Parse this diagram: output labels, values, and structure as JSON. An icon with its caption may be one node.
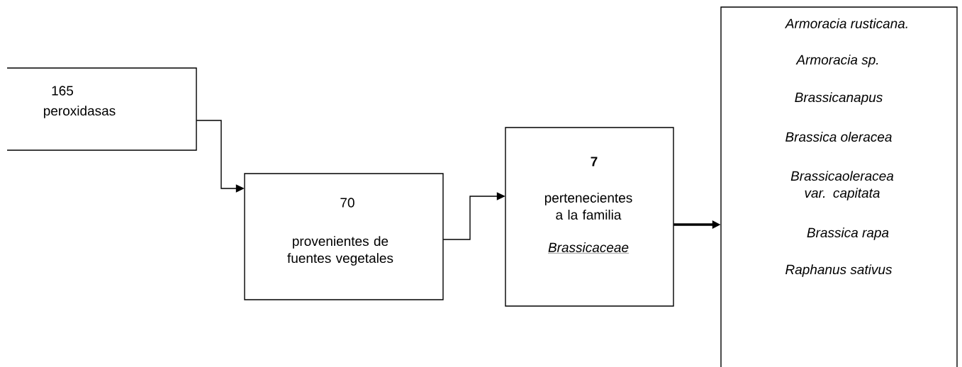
{
  "diagram": {
    "nodes": [
      {
        "text": [
          "165",
          "peroxidasas"
        ]
      },
      {
        "text": [
          "70",
          "provenientes de fuentes vegetales"
        ]
      },
      {
        "text": [
          "7",
          "pertenecientes a la familia",
          "Brassicaceae"
        ]
      },
      {
        "text": [
          "Armoracia rusticana.",
          "Armoracia sp.",
          "Brassicanapus",
          "Brassica oleracea",
          "Brassicaoleracea var. capitata",
          "Brassica rapa",
          "Raphanus sativus"
        ]
      }
    ],
    "edges": [
      {
        "from": 0,
        "to": 1,
        "arrow": "to"
      },
      {
        "from": 1,
        "to": 2,
        "arrow": "to"
      },
      {
        "from": 2,
        "to": 3,
        "arrow": "to",
        "style": "thick"
      }
    ]
  }
}
